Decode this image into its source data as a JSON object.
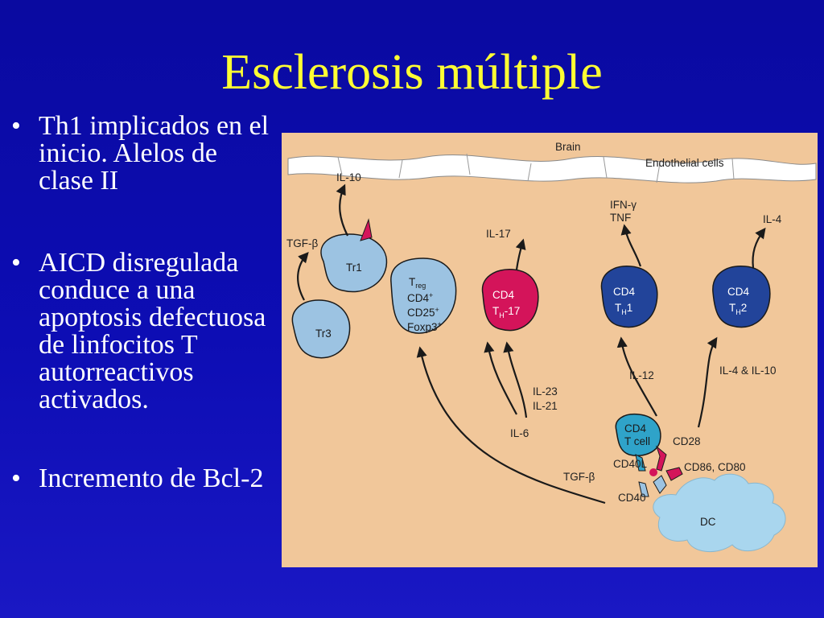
{
  "slide": {
    "title": "Esclerosis múltiple",
    "bullets": [
      "Th1 implicados en el inicio. Alelos de clase II",
      "AICD disregulada conduce a una apoptosis defectuosa de linfocitos T autorreactivos activados.",
      "Incremento de Bcl-2"
    ],
    "bullet_symbol": "•"
  },
  "figure": {
    "colors": {
      "background": "#f1c79a",
      "regulatory_cell": "#9cc3e2",
      "th17_cell": "#d4145a",
      "th_cell": "#22449a",
      "dc": "#a9d6ee",
      "t_cell": "#2fa3c9"
    },
    "labels": {
      "brain": "Brain",
      "endothelial": "Endothelial cells",
      "il10": "IL-10",
      "tgfb_top": "TGF-β",
      "il17": "IL-17",
      "ifn": "IFN-γ",
      "tnf": "TNF",
      "il4": "IL-4",
      "il23": "IL-23",
      "il21": "IL-21",
      "il6": "IL-6",
      "il12": "IL-12",
      "il4_il10": "IL-4 & IL-10",
      "tgfb_bottom": "TGF-β",
      "cd28": "CD28",
      "cd40l": "CD40L",
      "cd86_cd80": "CD86, CD80",
      "cd40": "CD40",
      "dc": "DC"
    },
    "cells": {
      "tr1": "Tr1",
      "tr3": "Tr3",
      "treg": {
        "line1": "T",
        "line1_sub": "reg",
        "line2": "CD4",
        "line3": "CD25",
        "line4": "Foxp3"
      },
      "th17": {
        "line1": "CD4",
        "line2_main": "T",
        "line2_sub": "H",
        "line2_rest": "-17"
      },
      "th1": {
        "line1": "CD4",
        "line2_main": "T",
        "line2_sub": "H",
        "line2_rest": "1"
      },
      "th2": {
        "line1": "CD4",
        "line2_main": "T",
        "line2_sub": "H",
        "line2_rest": "2"
      },
      "tcell": {
        "line1": "CD4",
        "line2": "T cell"
      }
    }
  }
}
